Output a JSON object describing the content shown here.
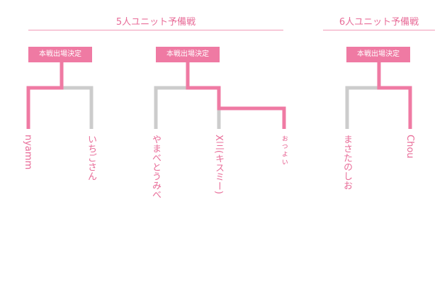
{
  "sections": [
    {
      "title": "5人ユニット予備戦"
    },
    {
      "title": "6人ユニット予備戦"
    }
  ],
  "brackets": [
    {
      "label": "本戦出場決定"
    },
    {
      "label": "本戦出場決定"
    },
    {
      "label": "本戦出場決定"
    }
  ],
  "players": [
    "nyamm",
    "いちごさん",
    "やまべとうみべ",
    "X三(キスミー)",
    "ぉっょぃ",
    "まさたのしお",
    "Chou"
  ],
  "colors": {
    "winner": "#ef7aa3",
    "loser": "#cccccc",
    "accent": "#e86c98"
  }
}
